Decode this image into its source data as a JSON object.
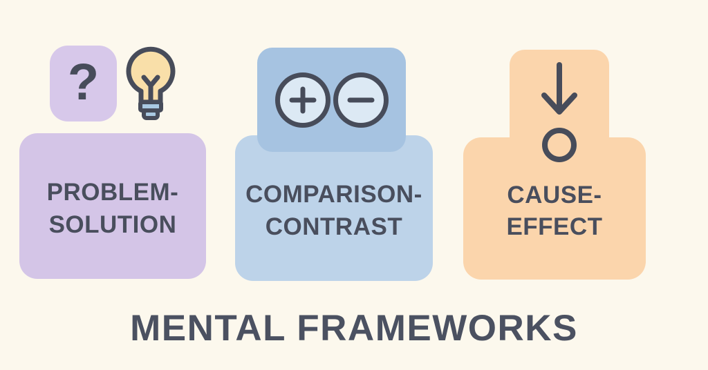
{
  "title": {
    "text": "MENTAL FRAMEWORKS"
  },
  "cards": [
    {
      "name": "problem-solution",
      "line1": "PROBLEM-",
      "line2": "SOLUTION",
      "icons": [
        "question-mark-icon",
        "lightbulb-icon"
      ],
      "bg": "#D4C5E7",
      "badge_bg": "#D7C8EA"
    },
    {
      "name": "comparison-contrast",
      "line1": "COMPARISON-",
      "line2": "CONTRAST",
      "icons": [
        "plus-circle-icon",
        "minus-circle-icon"
      ],
      "bg": "#BDD3E9",
      "header_bg": "#A6C3E1"
    },
    {
      "name": "cause-effect",
      "line1": "CAUSE-",
      "line2": "EFFECT",
      "icons": [
        "arrow-down-icon",
        "effect-circle-icon"
      ],
      "bg": "#FBD5AC",
      "header_bg": "#FBD5AC"
    }
  ],
  "glyphs": {
    "question_mark": "?"
  },
  "colors": {
    "background": "#FCF8ED",
    "card_text": "#494E5D",
    "title_text": "#4B5161",
    "icon_stroke": "#474C5A",
    "bulb_fill": "#F9DFA9",
    "bulb_base": "#A9C9E2",
    "pm_circle_fill": "#DCE9F4"
  }
}
